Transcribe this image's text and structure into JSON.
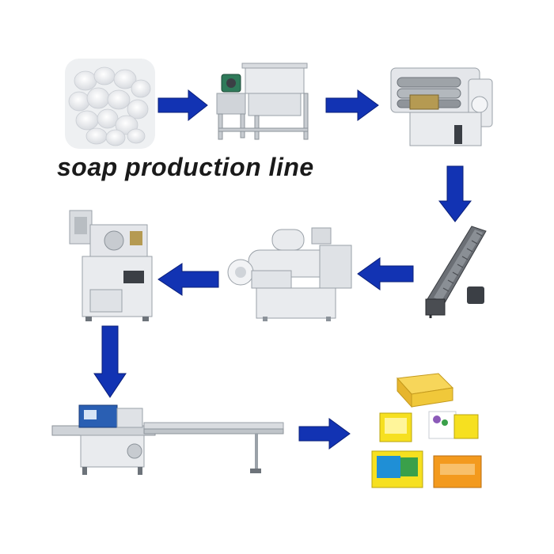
{
  "title": "soap production line",
  "colors": {
    "arrow_fill": "#1233b3",
    "arrow_edge": "#0a1f7a",
    "machine_body": "#e9ebee",
    "machine_shadow": "#9aa1a8",
    "conveyor_dark": "#4a4d52",
    "soap_yellow": "#f0c83a",
    "package_yellow": "#f6e020",
    "package_orange": "#f39a1e",
    "package_green": "#3aa04a"
  },
  "steps": [
    {
      "id": "raw-material",
      "icon": "soap-noodles-icon"
    },
    {
      "id": "mixer",
      "icon": "mixer-machine-icon"
    },
    {
      "id": "roller-mill",
      "icon": "three-roller-mill-icon"
    },
    {
      "id": "conveyor",
      "icon": "belt-conveyor-icon"
    },
    {
      "id": "plodder",
      "icon": "vacuum-plodder-icon"
    },
    {
      "id": "stamping",
      "icon": "stamping-machine-icon"
    },
    {
      "id": "packaging",
      "icon": "flow-wrapping-machine-icon"
    },
    {
      "id": "finished-product",
      "icon": "finished-soap-icon"
    }
  ]
}
